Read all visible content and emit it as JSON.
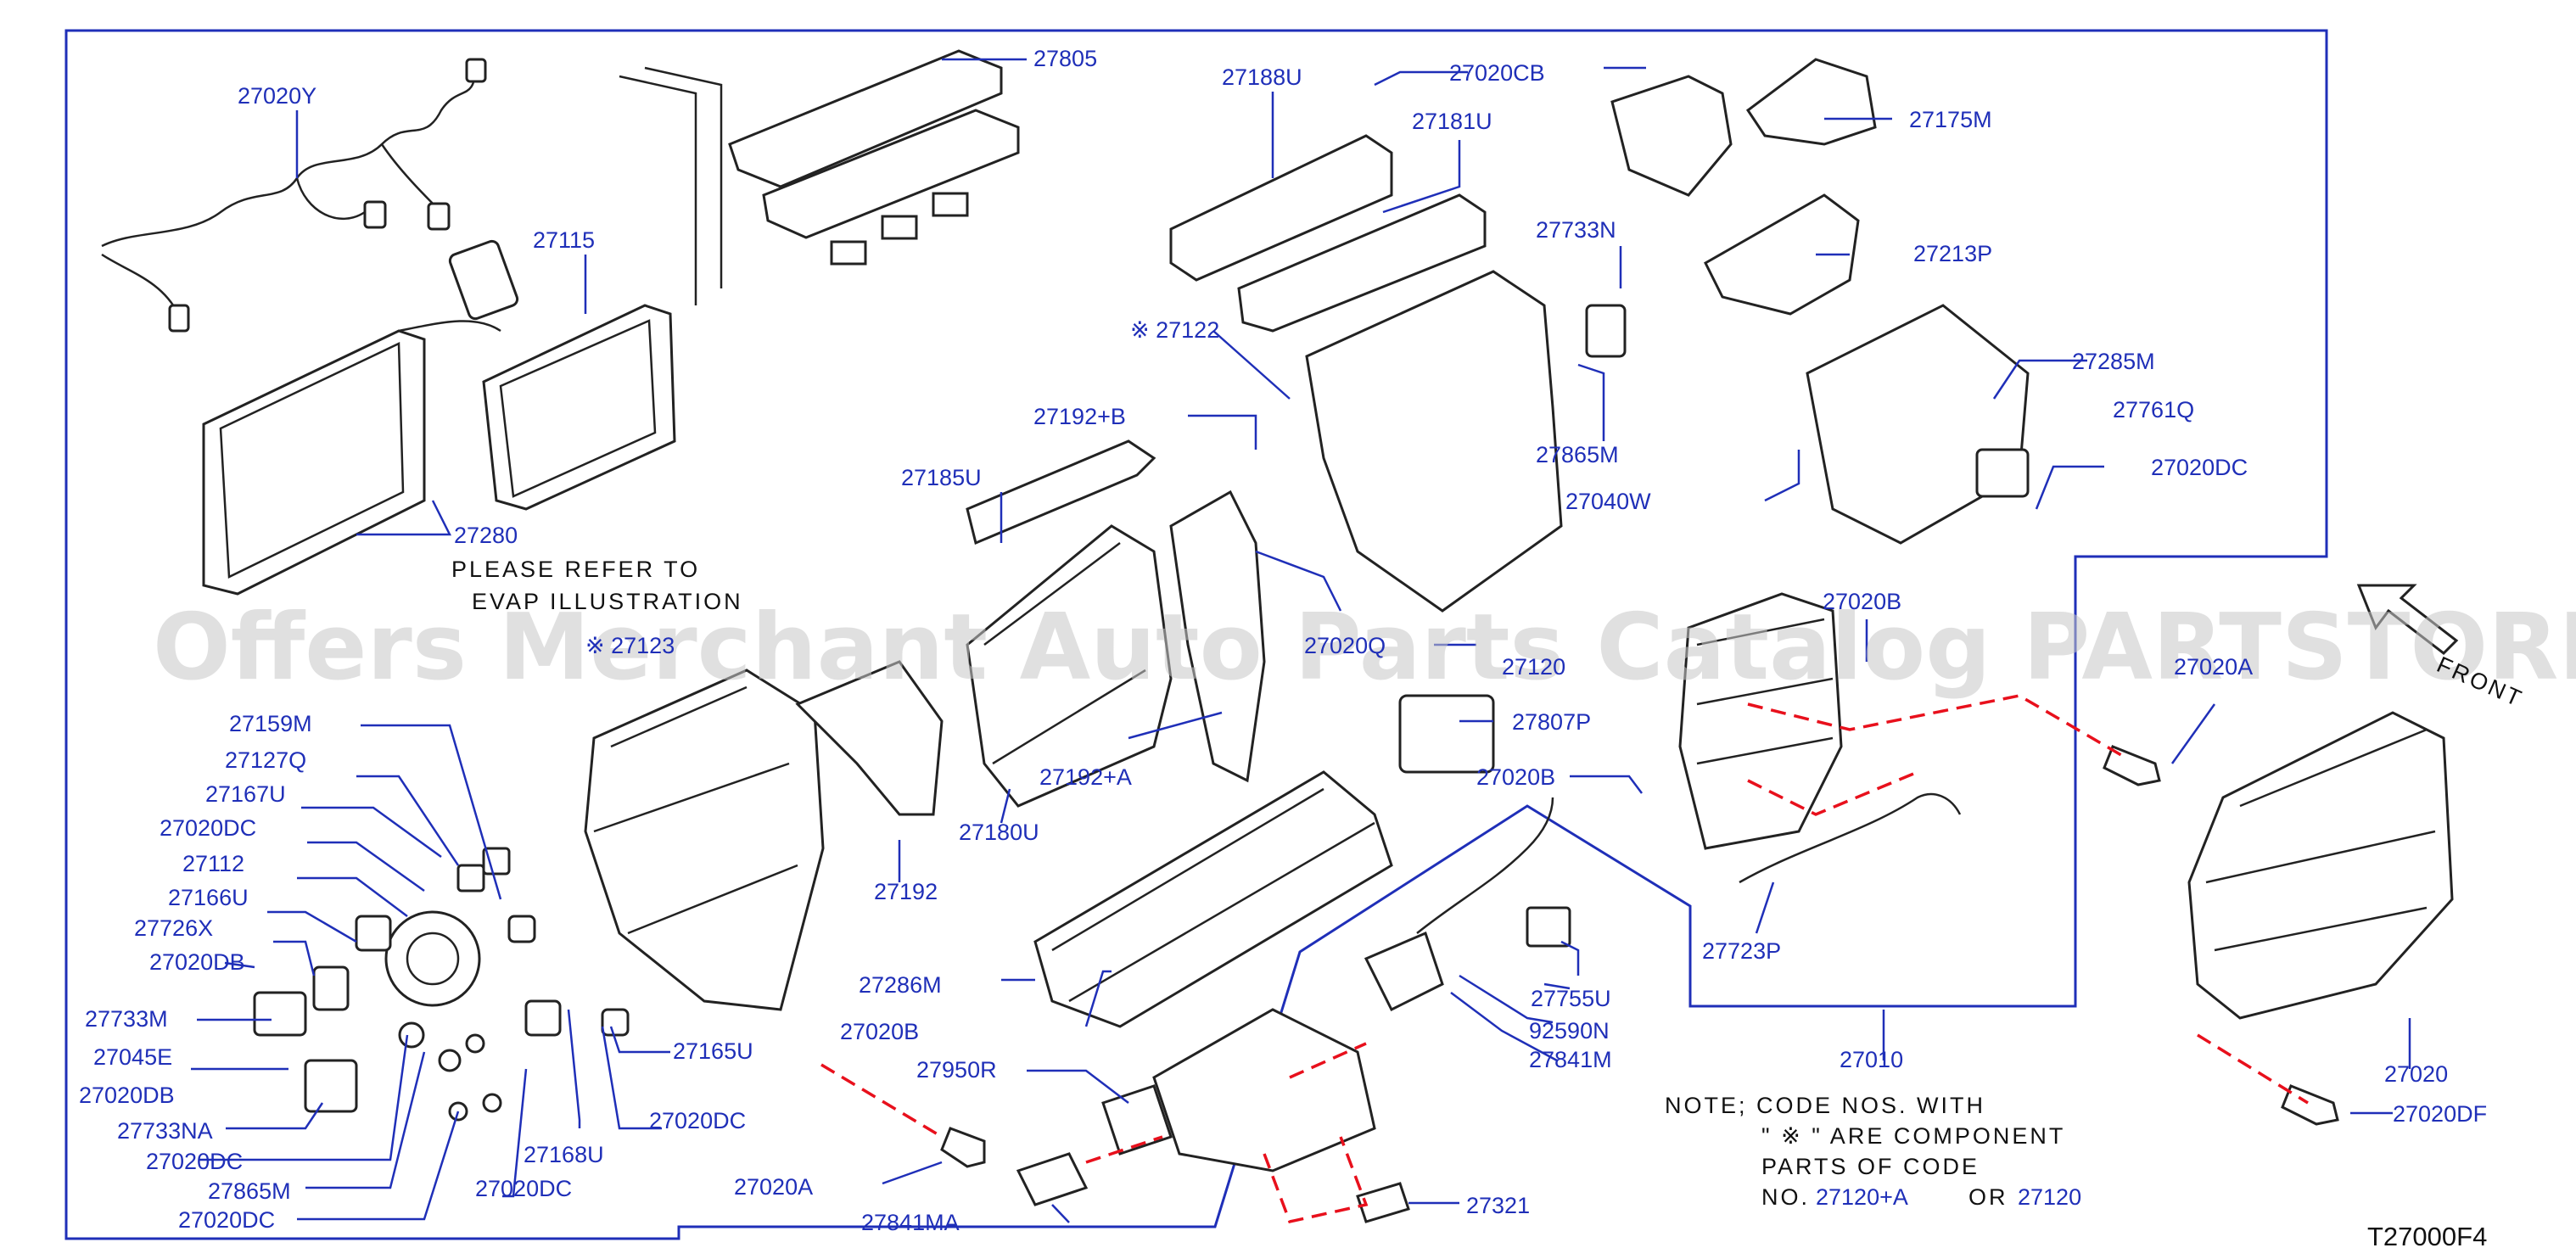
{
  "watermark": "Offers Merchant Auto Parts Catalog PARTSTORE.SA",
  "diagram_code": "T27000F4",
  "front_label": "FRONT",
  "refer_note": [
    "PLEASE  REFER  TO",
    "EVAP  ILLUSTRATION"
  ],
  "component_note": {
    "line1": "NOTE;  CODE  NOS.  WITH",
    "line2": "\"  ※      \"  ARE  COMPONENT",
    "line3": "PARTS  OF  CODE",
    "line4_prefix": "NO.",
    "code_a": "27120+A",
    "or_text": "OR",
    "code_b": "27120"
  },
  "labels": {
    "p27020Y": "27020Y",
    "p27115": "27115",
    "p27280": "27280",
    "p27805": "27805",
    "p27188U": "27188U",
    "p27020CB": "27020CB",
    "p27175M": "27175M",
    "p27181U": "27181U",
    "p27733N": "27733N",
    "p27213P": "27213P",
    "p27122": "※ 27122",
    "p27285M": "27285M",
    "p27192B": "27192+B",
    "p27761Q": "27761Q",
    "p27865M_top": "27865M",
    "p27020DC_top": "27020DC",
    "p27185U": "27185U",
    "p27040W": "27040W",
    "p27020Q": "27020Q",
    "p27020B_mid": "27020B",
    "p27123": "※ 27123",
    "p27120": "27120",
    "p27020A_right": "27020A",
    "p27807P": "27807P",
    "p27159M": "27159M",
    "p27020B_lower": "27020B",
    "p27127Q": "27127Q",
    "p27192A": "27192+A",
    "p27167U": "27167U",
    "p27020DC_l1": "27020DC",
    "p27112": "27112",
    "p27180U": "27180U",
    "p27192": "27192",
    "p27166U": "27166U",
    "p27726X": "27726X",
    "p27723P": "27723P",
    "p27020DB_1": "27020DB",
    "p27286M": "27286M",
    "p27755U": "27755U",
    "p27733M": "27733M",
    "p27020B_bottom": "27020B",
    "p92590N": "92590N",
    "p27045E": "27045E",
    "p27165U": "27165U",
    "p27841M": "27841M",
    "p27010": "27010",
    "p27020": "27020",
    "p27020DB_2": "27020DB",
    "p27950R": "27950R",
    "p27733NA": "27733NA",
    "p27020DC_mid": "27020DC",
    "p27020DF": "27020DF",
    "p27020DC_l2": "27020DC",
    "p27168U": "27168U",
    "p27020A_bottom": "27020A",
    "p27865M_bottom": "27865M",
    "p27020DC_l3": "27020DC",
    "p27321": "27321",
    "p27020DC_l4": "27020DC",
    "p27841MA": "27841MA"
  }
}
